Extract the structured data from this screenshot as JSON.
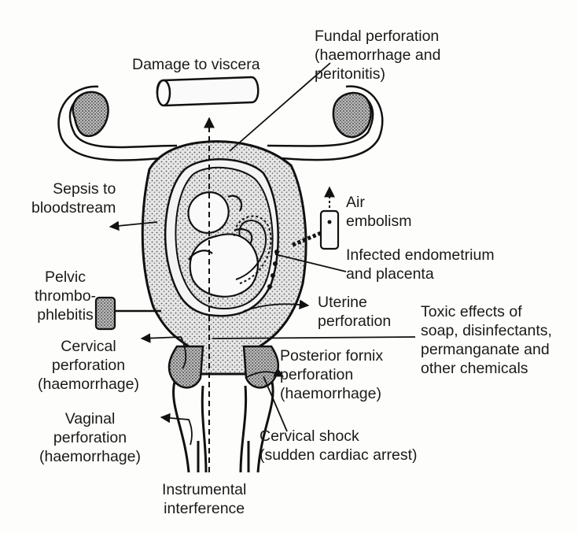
{
  "labels": {
    "damage_to_viscera": "Damage to viscera",
    "fundal_perforation": "Fundal perforation\n(haemorrhage and\nperitonitis)",
    "sepsis": "Sepsis to\nbloodstream",
    "air_embolism": "Air\nembolism",
    "infected_endometrium": "Infected endometrium\nand placenta",
    "pelvic_thrombophlebitis": "Pelvic\nthrombo-\nphlebitis",
    "uterine_perforation": "Uterine\nperforation",
    "toxic_effects": "Toxic effects of\nsoap, disinfectants,\npermanganate and\nother chemicals",
    "cervical_perforation": "Cervical\nperforation\n(haemorrhage)",
    "posterior_fornix": "Posterior fornix\nperforation\n(haemorrhage)",
    "vaginal_perforation": "Vaginal\nperforation\n(haemorrhage)",
    "cervical_shock": "Cervical shock\n(sudden cardiac arrest)",
    "instrumental_interference": "Instrumental\ninterference"
  },
  "colors": {
    "ink": "#1a1a1a",
    "stipple_fill": "#cfcfcf",
    "background": "#fdfdfb"
  }
}
